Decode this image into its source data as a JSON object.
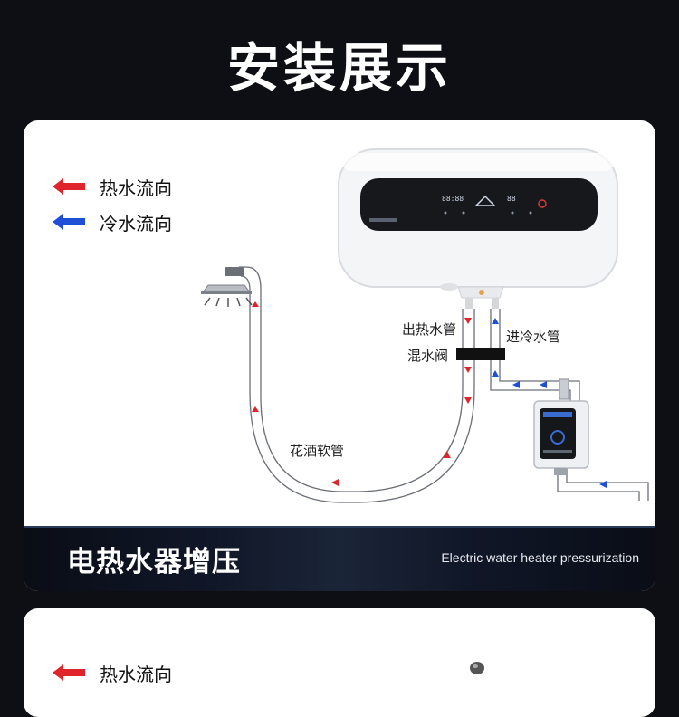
{
  "title": "安装展示",
  "legend": {
    "hot": "热水流向",
    "cold": "冷水流向"
  },
  "labels": {
    "hot_outlet": "出热水管",
    "mix_valve": "混水阀",
    "cold_inlet": "进冷水管",
    "shower_hose": "花洒软管"
  },
  "heater_display": {
    "left_digits": "88:88",
    "right_digits": "88"
  },
  "banner": {
    "title": "电热水器增压",
    "subtitle": "Electric water heater pressurization"
  },
  "next_card": {
    "legend_hot": "热水流向"
  },
  "colors": {
    "hot": "#e0242b",
    "cold": "#1f4fd6",
    "background": "#0e0f14",
    "banner": "#101728"
  },
  "icons": [
    "shower-head-icon",
    "water-heater-icon",
    "booster-pump-icon",
    "mixing-valve-icon"
  ]
}
